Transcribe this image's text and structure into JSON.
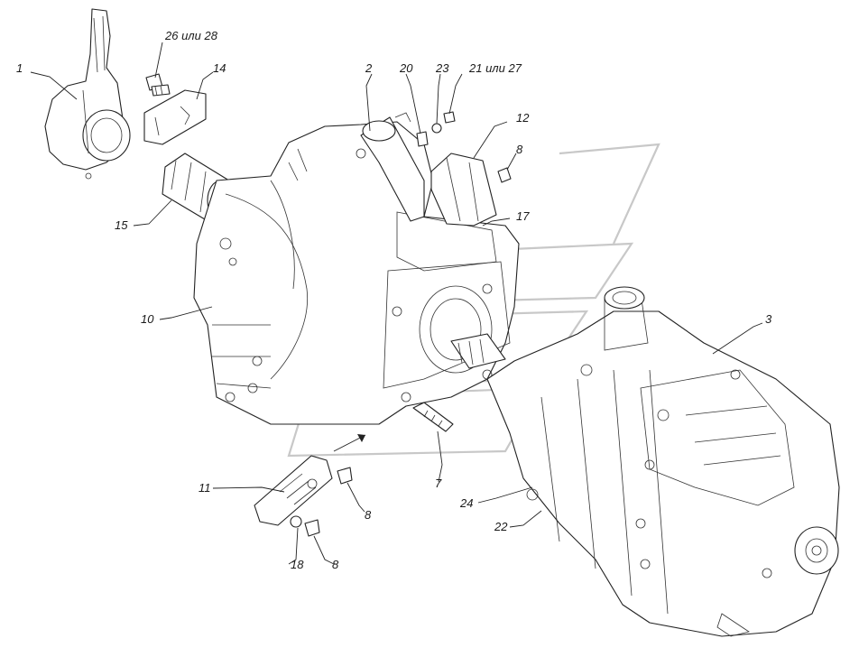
{
  "callouts": [
    {
      "id": "1",
      "text": "1"
    },
    {
      "id": "26-28",
      "text": "26 или 28"
    },
    {
      "id": "14",
      "text": "14"
    },
    {
      "id": "2",
      "text": "2"
    },
    {
      "id": "20",
      "text": "20"
    },
    {
      "id": "23",
      "text": "23"
    },
    {
      "id": "21-27",
      "text": "21 или 27"
    },
    {
      "id": "12",
      "text": "12"
    },
    {
      "id": "8a",
      "text": "8"
    },
    {
      "id": "17",
      "text": "17"
    },
    {
      "id": "15",
      "text": "15"
    },
    {
      "id": "10",
      "text": "10"
    },
    {
      "id": "3",
      "text": "3"
    },
    {
      "id": "11",
      "text": "11"
    },
    {
      "id": "7",
      "text": "7"
    },
    {
      "id": "24",
      "text": "24"
    },
    {
      "id": "22",
      "text": "22"
    },
    {
      "id": "8b",
      "text": "8"
    },
    {
      "id": "18",
      "text": "18"
    },
    {
      "id": "8c",
      "text": "8"
    }
  ]
}
